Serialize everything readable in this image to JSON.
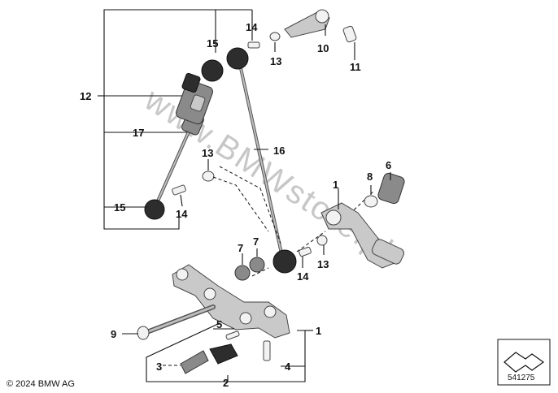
{
  "diagram": {
    "watermark": "www.BMWstore.pl",
    "copyright": "© 2024 BMW AG",
    "reference_number": "541275",
    "callouts": {
      "c1a": "1",
      "c1b": "1",
      "c2": "2",
      "c3": "3",
      "c4": "4",
      "c5": "5",
      "c6": "6",
      "c7a": "7",
      "c7b": "7",
      "c8": "8",
      "c9": "9",
      "c10": "10",
      "c11": "11",
      "c12": "12",
      "c13a": "13",
      "c13b": "13",
      "c13c": "13",
      "c14a": "14",
      "c14b": "14",
      "c14c": "14",
      "c15a": "15",
      "c15b": "15",
      "c16": "16",
      "c17": "17"
    }
  }
}
